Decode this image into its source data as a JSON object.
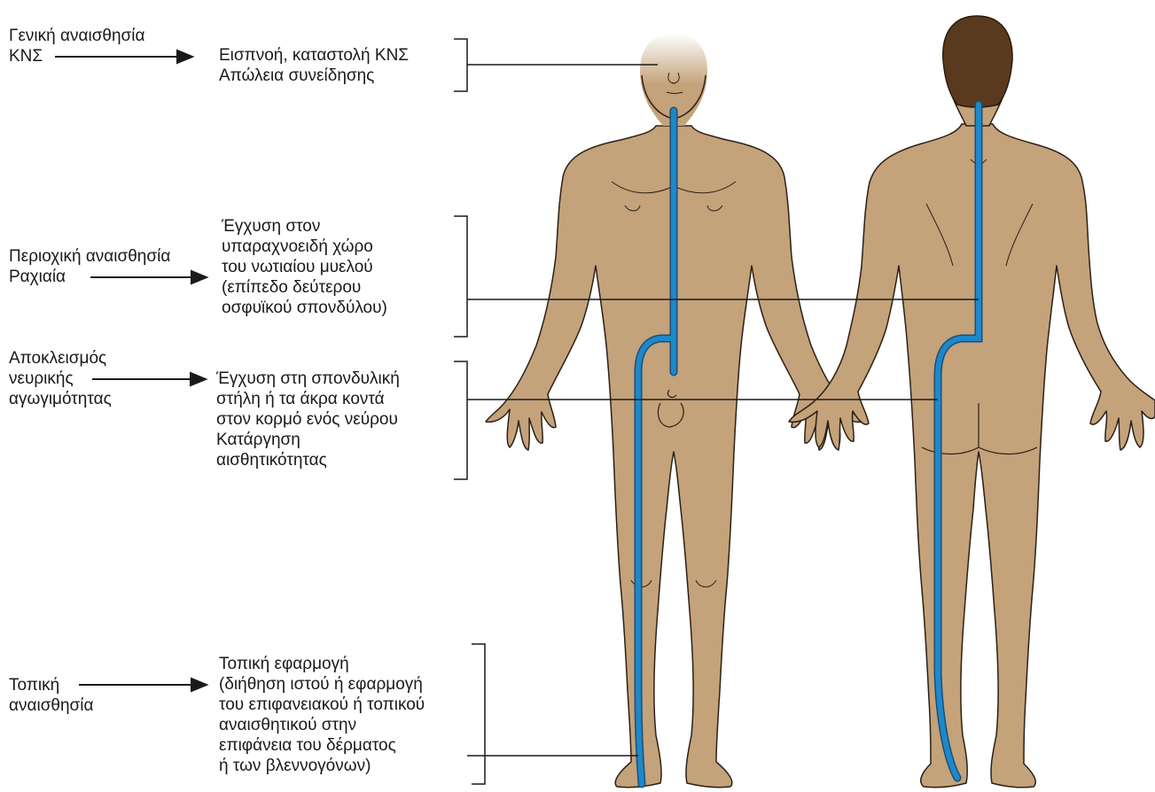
{
  "categories": [
    {
      "id": "general",
      "label_lines": [
        "Γενική αναισθησία",
        "ΚΝΣ"
      ],
      "description_lines": [
        "Εισπνοή, καταστολή ΚΝΣ",
        "Απώλεια συνείδησης"
      ]
    },
    {
      "id": "regional",
      "label_lines": [
        "Περιοχική αναισθησία",
        "Ραχιαία"
      ],
      "description_lines": [
        "Έγχυση στον",
        "υπαραχνοειδή χώρο",
        "του νωτιαίου μυελού",
        "(επίπεδο δεύτερου",
        "οσφυϊκού σπονδύλου)"
      ]
    },
    {
      "id": "nerve-block",
      "label_lines": [
        "Αποκλεισμός",
        "νευρικής",
        "αγωγιμότητας"
      ],
      "description_lines": [
        "Έγχυση στη σπονδυλική",
        "στήλη ή τα άκρα κοντά",
        "στον κορμό ενός νεύρου",
        "Κατάργηση",
        "αισθητικότητας"
      ]
    },
    {
      "id": "local",
      "label_lines": [
        "Τοπική",
        "αναισθησία"
      ],
      "description_lines": [
        "Τοπική εφαρμογή",
        "(διήθηση ιστού ή εφαρμογή",
        "του επιφανειακού ή τοπικού",
        "αναισθητικού στην",
        "επιφάνεια του δέρματος",
        "ή των βλεννογόνων)"
      ]
    }
  ],
  "colors": {
    "skin": "#c4a27a",
    "skin_outline": "#2b2016",
    "hair": "#5a3a1e",
    "nerve": "#1e88c8",
    "line": "#1a1a1a"
  },
  "icons": [
    "arrow-right-icon",
    "bracket-icon",
    "front-body-figure",
    "back-body-figure"
  ]
}
